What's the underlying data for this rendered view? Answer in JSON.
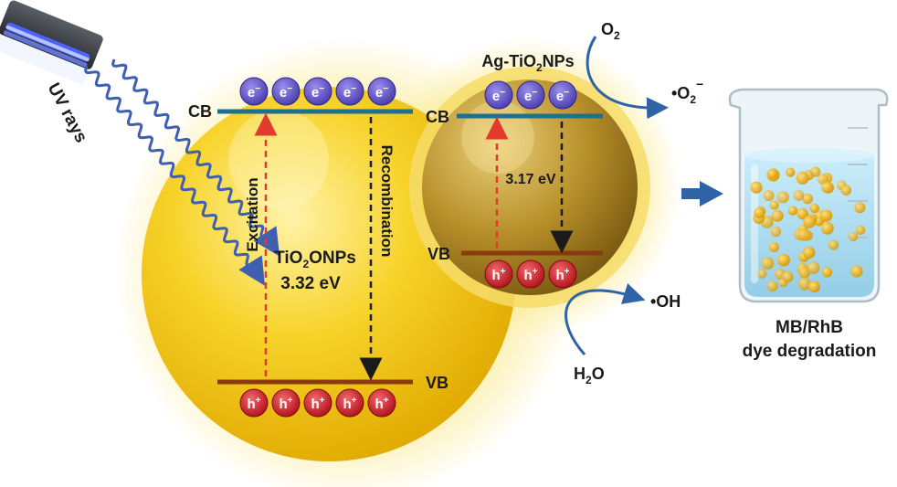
{
  "source": {
    "label": "UV rays"
  },
  "large_particle": {
    "name_prefix": "TiO",
    "name_sub": "2",
    "name_suffix": "ONPs",
    "band_gap": "3.32 eV",
    "cb_label": "CB",
    "vb_label": "VB",
    "excitation_label": "Excitation",
    "recombination_label": "Recombination",
    "electrons": [
      "e",
      "e",
      "e",
      "e",
      "e"
    ],
    "holes": [
      "h",
      "h",
      "h",
      "h",
      "h"
    ]
  },
  "small_particle": {
    "name_prefix": "Ag-TiO",
    "name_sub": "2",
    "name_suffix": "NPs",
    "band_gap": "3.17 eV",
    "cb_label": "CB",
    "vb_label": "VB",
    "electrons": [
      "e",
      "e",
      "e"
    ],
    "holes": [
      "h",
      "h",
      "h"
    ]
  },
  "species": {
    "o2_main": "O",
    "o2_sub": "2",
    "superoxide_main": "•O",
    "superoxide_sub": "2",
    "superoxide_sup": "−",
    "hydroxyl": "•OH",
    "water_main": "H",
    "water_sub": "2",
    "water_tail": "O"
  },
  "result": {
    "line1": "MB/RhB",
    "line2": "dye degradation"
  },
  "charges": {
    "electron_sup": "−",
    "hole_sup": "+"
  },
  "colors": {
    "glow": "#fbe98a",
    "large_sphere": "#f2c300",
    "small_sphere": "#a57e1f",
    "cb_band": "#1f6f8f",
    "vb_band": "#8b3a10",
    "electron": "#6a5cc7",
    "hole": "#d8262d",
    "excitation_arrow": "#e23b2e",
    "recombination_arrow": "#1a1a1a",
    "flow_arrow": "#2f63a8",
    "uv_wave": "#3f5fb0",
    "water": "#a9d9f0",
    "dye_particle": "#f3b61f"
  }
}
